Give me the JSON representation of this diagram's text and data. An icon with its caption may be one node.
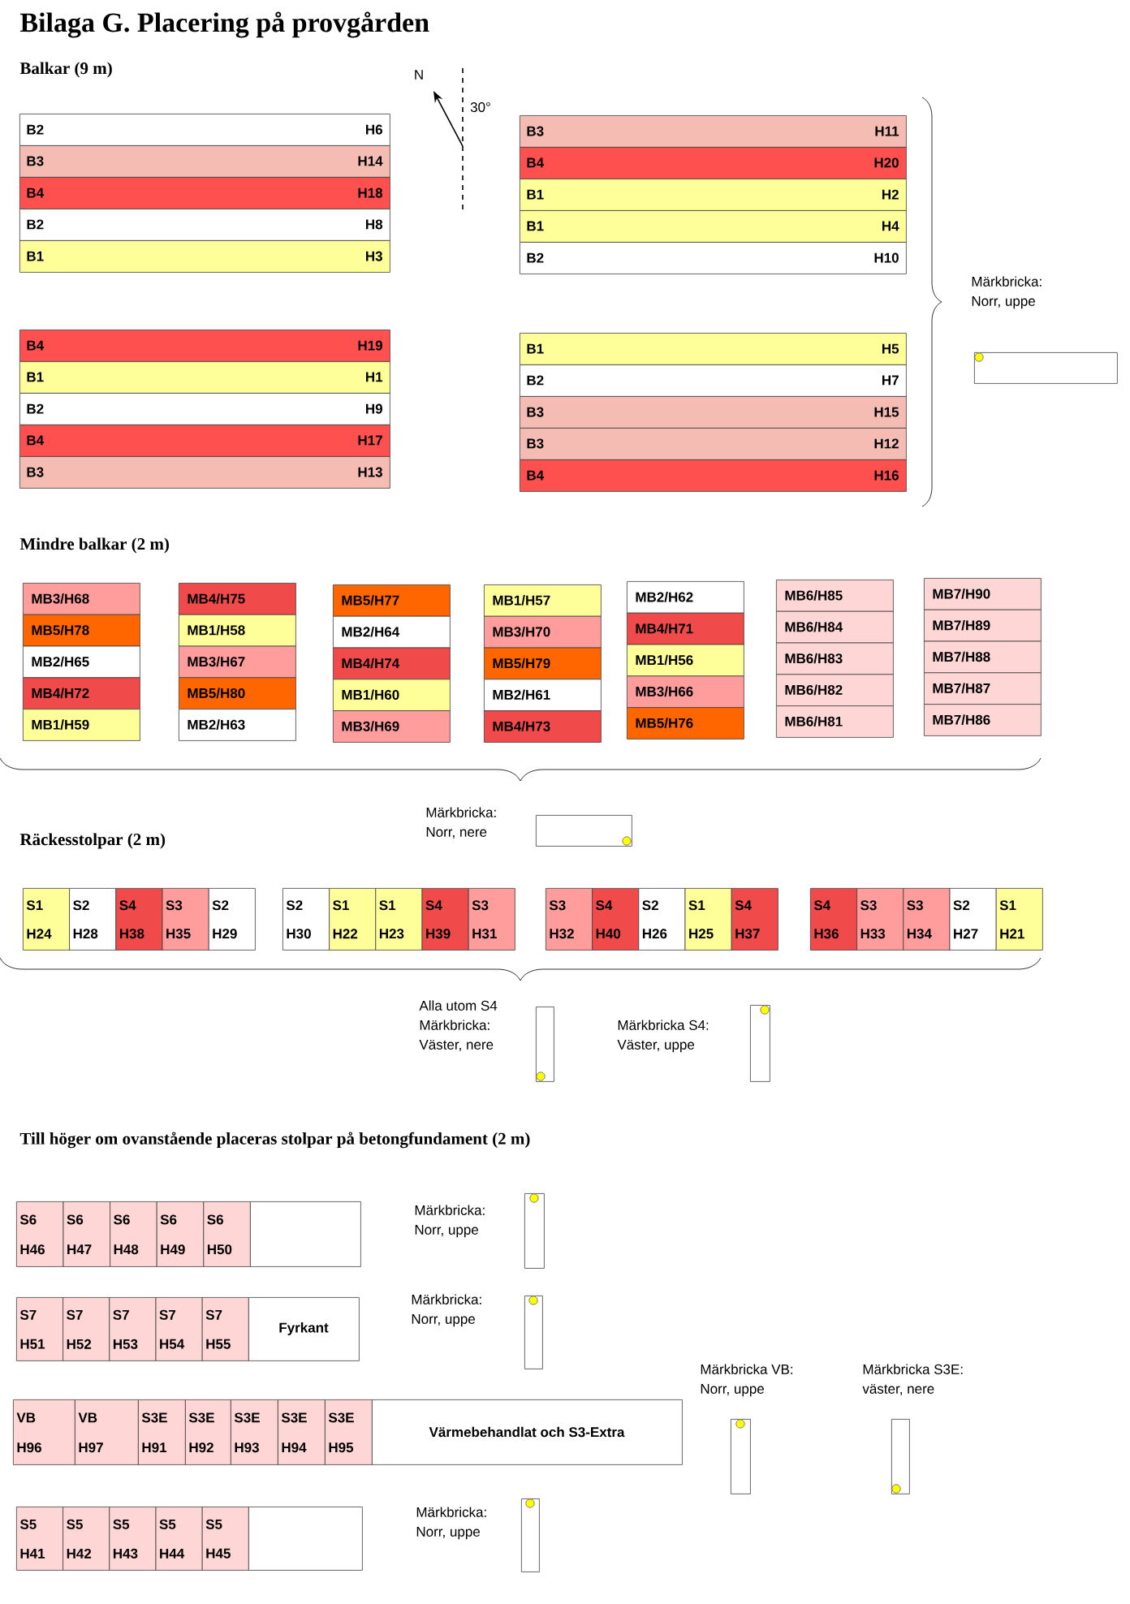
{
  "diagram": {
    "title": "Bilaga G. Placering på provgården",
    "nodes": [
      {
        "text": [
          "B2",
          "H6"
        ]
      },
      {
        "text": [
          "B3",
          "H14"
        ]
      },
      {
        "text": [
          "B4",
          "H18"
        ]
      },
      {
        "text": [
          "B2",
          "H8"
        ]
      },
      {
        "text": [
          "B1",
          "H3"
        ]
      },
      {
        "text": [
          "B3",
          "H11"
        ]
      },
      {
        "text": [
          "B4",
          "H20"
        ]
      },
      {
        "text": [
          "B1",
          "H2"
        ]
      },
      {
        "text": [
          "B1",
          "H4"
        ]
      },
      {
        "text": [
          "B2",
          "H10"
        ]
      },
      {
        "text": [
          "B4",
          "H19"
        ]
      },
      {
        "text": [
          "B1",
          "H1"
        ]
      },
      {
        "text": [
          "B2",
          "H9"
        ]
      },
      {
        "text": [
          "B4",
          "H17"
        ]
      },
      {
        "text": [
          "B3",
          "H13"
        ]
      },
      {
        "text": [
          "B1",
          "H5"
        ]
      },
      {
        "text": [
          "B2",
          "H7"
        ]
      },
      {
        "text": [
          "B3",
          "H15"
        ]
      },
      {
        "text": [
          "B3",
          "H12"
        ]
      },
      {
        "text": [
          "B4",
          "H16"
        ]
      },
      {
        "text": [],
        "shape": "box",
        "beside": [
          "Märkbricka: Norr, uppe"
        ]
      },
      {
        "text": [
          "MB3/H68"
        ]
      },
      {
        "text": [
          "MB5/H78"
        ]
      },
      {
        "text": [
          "MB2/H65"
        ]
      },
      {
        "text": [
          "MB4/H72"
        ]
      },
      {
        "text": [
          "MB1/H59"
        ]
      },
      {
        "text": [
          "MB4/H75"
        ]
      },
      {
        "text": [
          "MB1/H58"
        ]
      },
      {
        "text": [
          "MB3/H67"
        ]
      },
      {
        "text": [
          "MB5/H80"
        ]
      },
      {
        "text": [
          "MB2/H63"
        ]
      },
      {
        "text": [
          "MB5/H77"
        ]
      },
      {
        "text": [
          "MB2/H64"
        ]
      },
      {
        "text": [
          "MB4/H74"
        ]
      },
      {
        "text": [
          "MB1/H60"
        ]
      },
      {
        "text": [
          "MB3/H69"
        ]
      },
      {
        "text": [
          "MB1/H57"
        ]
      },
      {
        "text": [
          "MB3/H70"
        ]
      },
      {
        "text": [
          "MB5/H79"
        ]
      },
      {
        "text": [
          "MB2/H61"
        ]
      },
      {
        "text": [
          "MB4/H73"
        ]
      },
      {
        "text": [
          "MB2/H62"
        ]
      },
      {
        "text": [
          "MB4/H71"
        ]
      },
      {
        "text": [
          "MB1/H56"
        ]
      },
      {
        "text": [
          "MB3/H66"
        ]
      },
      {
        "text": [
          "MB5/H76"
        ]
      },
      {
        "text": [
          "MB6/H85"
        ]
      },
      {
        "text": [
          "MB6/H84"
        ]
      },
      {
        "text": [
          "MB6/H83"
        ]
      },
      {
        "text": [
          "MB6/H82"
        ]
      },
      {
        "text": [
          "MB6/H81"
        ]
      },
      {
        "text": [
          "MB7/H90"
        ]
      },
      {
        "text": [
          "MB7/H89"
        ]
      },
      {
        "text": [
          "MB7/H88"
        ]
      },
      {
        "text": [
          "MB7/H87"
        ]
      },
      {
        "text": [
          "MB7/H86"
        ]
      },
      {
        "text": [],
        "shape": "box",
        "beside": [
          "Märkbricka: Norr, nere"
        ]
      },
      {
        "text": [
          "S1",
          "H24"
        ]
      },
      {
        "text": [
          "S2",
          "H28"
        ]
      },
      {
        "text": [
          "S4",
          "H38"
        ]
      },
      {
        "text": [
          "S3",
          "H35"
        ]
      },
      {
        "text": [
          "S2",
          "H29"
        ]
      },
      {
        "text": [
          "S2",
          "H30"
        ]
      },
      {
        "text": [
          "S1",
          "H22"
        ]
      },
      {
        "text": [
          "S1",
          "H23"
        ]
      },
      {
        "text": [
          "S4",
          "H39"
        ]
      },
      {
        "text": [
          "S3",
          "H31"
        ]
      },
      {
        "text": [
          "S3",
          "H32"
        ]
      },
      {
        "text": [
          "S4",
          "H40"
        ]
      },
      {
        "text": [
          "S2",
          "H26"
        ]
      },
      {
        "text": [
          "S1",
          "H25"
        ]
      },
      {
        "text": [
          "S4",
          "H37"
        ]
      },
      {
        "text": [
          "S4",
          "H36"
        ]
      },
      {
        "text": [
          "S3",
          "H33"
        ]
      },
      {
        "text": [
          "S3",
          "H34"
        ]
      },
      {
        "text": [
          "S2",
          "H27"
        ]
      },
      {
        "text": [
          "S1",
          "H21"
        ]
      },
      {
        "text": [],
        "shape": "box",
        "beside": [
          "Alla utom S4 Märkbricka: Väster, nere"
        ]
      },
      {
        "text": [],
        "shape": "box",
        "beside": [
          "Märkbricka S4: Väster, uppe"
        ]
      },
      {
        "text": [
          "S6",
          "H46"
        ]
      },
      {
        "text": [
          "S6",
          "H47"
        ]
      },
      {
        "text": [
          "S6",
          "H48"
        ]
      },
      {
        "text": [
          "S6",
          "H49"
        ]
      },
      {
        "text": [
          "S6",
          "H50"
        ]
      },
      {
        "text": [],
        "shape": "box"
      },
      {
        "text": [],
        "shape": "box",
        "beside": [
          "Märkbricka: Norr, uppe"
        ]
      },
      {
        "text": [
          "S7",
          "H51"
        ]
      },
      {
        "text": [
          "S7",
          "H52"
        ]
      },
      {
        "text": [
          "S7",
          "H53"
        ]
      },
      {
        "text": [
          "S7",
          "H54"
        ]
      },
      {
        "text": [
          "S7",
          "H55"
        ]
      },
      {
        "text": [
          "Fyrkant"
        ]
      },
      {
        "text": [],
        "shape": "box",
        "beside": [
          "Märkbricka: Norr, uppe"
        ]
      },
      {
        "text": [
          "VB",
          "H96"
        ]
      },
      {
        "text": [
          "VB",
          "H97"
        ]
      },
      {
        "text": [
          "S3E",
          "H91"
        ]
      },
      {
        "text": [
          "S3E",
          "H92"
        ]
      },
      {
        "text": [
          "S3E",
          "H93"
        ]
      },
      {
        "text": [
          "S3E",
          "H94"
        ]
      },
      {
        "text": [
          "S3E",
          "H95"
        ]
      },
      {
        "text": [
          "Värmebehandlat och S3-Extra"
        ]
      },
      {
        "text": [],
        "shape": "box",
        "beside": [
          "Märkbricka VB: Norr, uppe"
        ]
      },
      {
        "text": [],
        "shape": "box",
        "beside": [
          "Märkbricka S3E: väster, nere"
        ]
      },
      {
        "text": [
          "S5",
          "H41"
        ]
      },
      {
        "text": [
          "S5",
          "H42"
        ]
      },
      {
        "text": [
          "S5",
          "H43"
        ]
      },
      {
        "text": [
          "S5",
          "H44"
        ]
      },
      {
        "text": [
          "S5",
          "H45"
        ]
      },
      {
        "text": [],
        "shape": "box"
      },
      {
        "text": [],
        "shape": "box",
        "beside": [
          "Märkbricka: Norr, uppe"
        ]
      }
    ],
    "labels": [
      "Balkar (9 m)",
      "N",
      "30°",
      "Mindre balkar (2 m)",
      "Räckesstolpar (2 m)",
      "Till höger om ovanstående placeras stolpar på betongfundament (2 m)"
    ]
  }
}
